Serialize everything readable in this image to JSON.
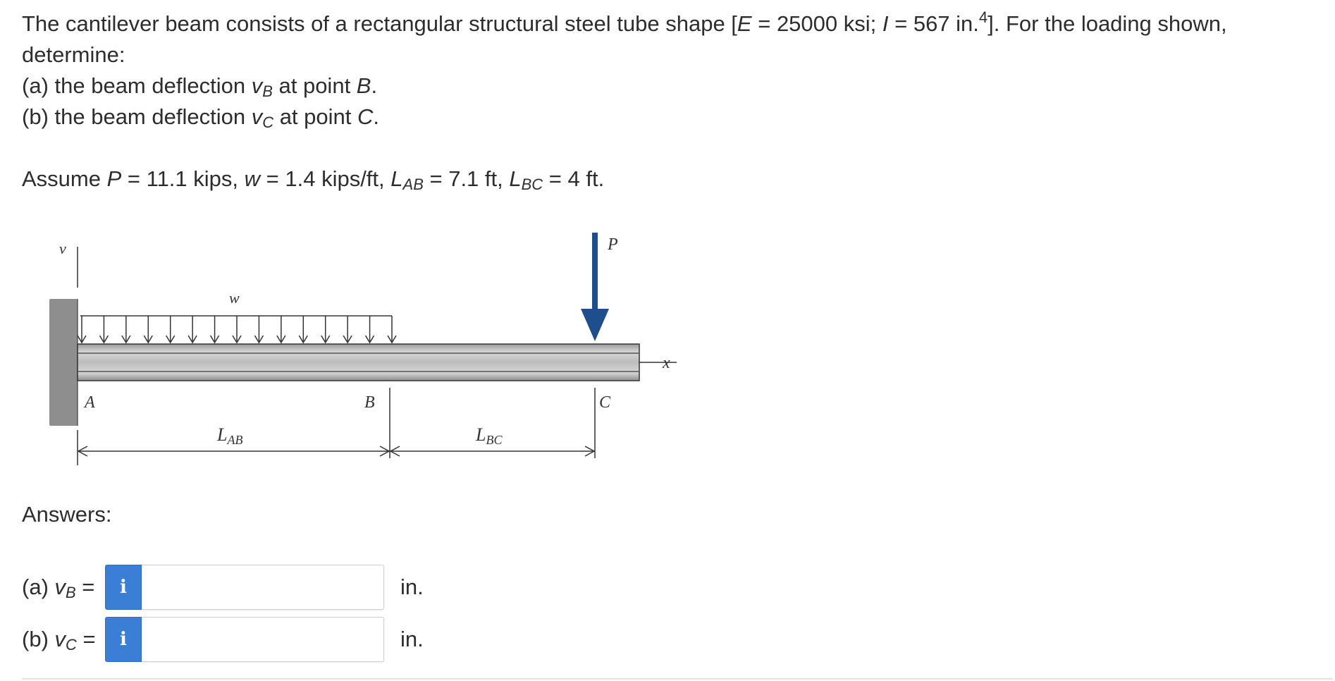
{
  "problem": {
    "line1_a": "The cantilever beam consists of a rectangular structural steel tube shape [",
    "E_sym": "E",
    "line1_b": " = 25000 ksi; ",
    "I_sym": "I",
    "line1_c": " = 567 in.",
    "line1_sup": "4",
    "line1_d": "]. For the loading shown,",
    "line2": "determine:",
    "part_a_pre": "(a) the beam deflection ",
    "part_a_v": "v",
    "part_a_sub": "B",
    "part_a_mid": " at point ",
    "part_a_pt": "B",
    "part_a_end": ".",
    "part_b_pre": "(b) the beam deflection ",
    "part_b_v": "v",
    "part_b_sub": "C",
    "part_b_mid": " at point ",
    "part_b_pt": "C",
    "part_b_end": ".",
    "assume_pre": "Assume ",
    "P_sym": "P",
    "assume_P": " = 11.1 kips, ",
    "w_sym": "w",
    "assume_w": " = 1.4 kips/ft, ",
    "L_sym1": "L",
    "L_sub1": "AB",
    "assume_LAB": " = 7.1 ft, ",
    "L_sym2": "L",
    "L_sub2": "BC",
    "assume_LBC": " = 4 ft."
  },
  "figure": {
    "v_axis": "v",
    "x_axis": "x",
    "w_label": "w",
    "P_label": "P",
    "A_label": "A",
    "B_label": "B",
    "C_label": "C",
    "LAB_L": "L",
    "LAB_sub": "AB",
    "LBC_L": "L",
    "LBC_sub": "BC",
    "load_arrow_color": "#1f4e8c"
  },
  "answers": {
    "title": "Answers:",
    "a": {
      "label_pre": "(a) ",
      "v": "v",
      "sub": "B",
      "eq": " =",
      "info": "i",
      "value": "",
      "unit": "in."
    },
    "b": {
      "label_pre": "(b) ",
      "v": "v",
      "sub": "C",
      "eq": " =",
      "info": "i",
      "value": "",
      "unit": "in."
    }
  }
}
